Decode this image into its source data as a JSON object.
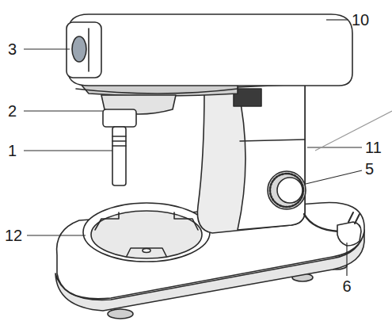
{
  "diagram": {
    "labels": [
      "3",
      "10",
      "2",
      "11",
      "5",
      "1",
      "12",
      "6"
    ]
  }
}
